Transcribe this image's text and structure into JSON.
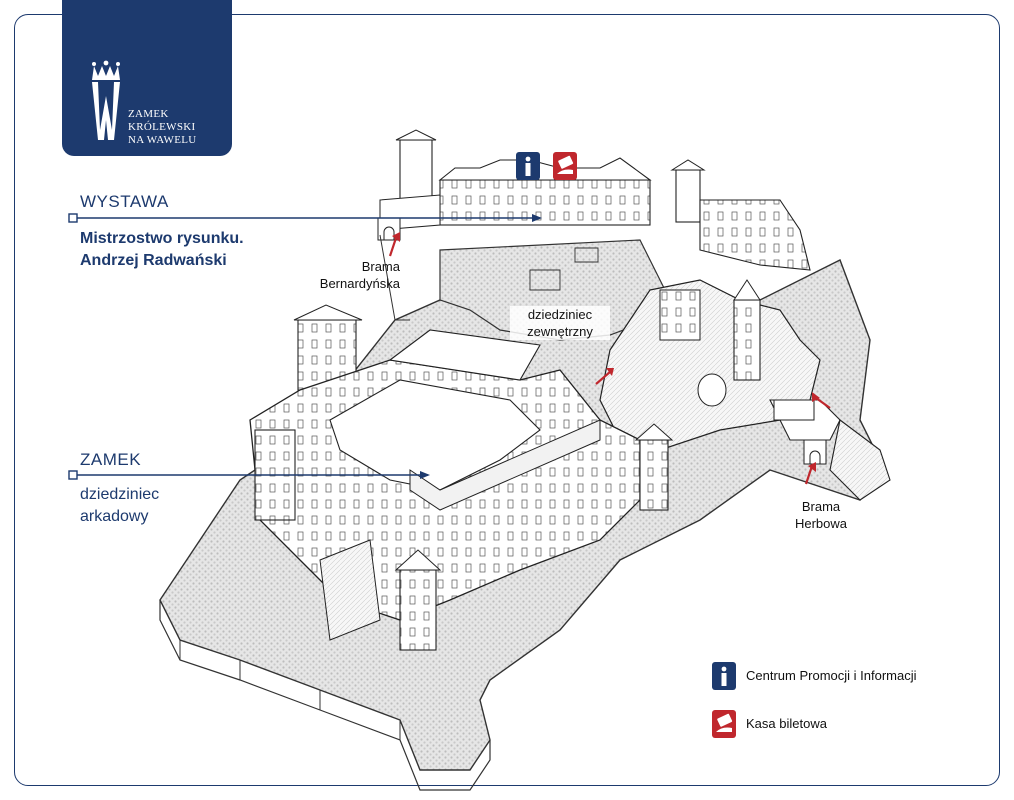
{
  "logo": {
    "icon": "royal-crown-w-icon",
    "line1": "ZAMEK",
    "line2": "KRÓLEWSKI",
    "line3": "NA WAWELU"
  },
  "exhibition": {
    "heading": "WYSTAWA",
    "title_line1": "Mistrzostwo rysunku.",
    "title_line2": "Andrzej Radwański"
  },
  "castle": {
    "heading": "ZAMEK",
    "line1": "dziedziniec",
    "line2": "arkadowy"
  },
  "places": {
    "outer_courtyard_line1": "dziedziniec",
    "outer_courtyard_line2": "zewnętrzny",
    "gate_bernardynska_line1": "Brama",
    "gate_bernardynska_line2": "Bernardyńska",
    "gate_herbowa_line1": "Brama",
    "gate_herbowa_line2": "Herbowa"
  },
  "legend": {
    "info_icon": "info-icon",
    "info_label": "Centrum Promocji i Informacji",
    "ticket_icon": "ticket-hand-icon",
    "ticket_label": "Kasa biletowa"
  },
  "colors": {
    "brand_navy": "#1d3a6e",
    "ticket_red": "#c0272d",
    "arrow_red": "#c0272d"
  }
}
